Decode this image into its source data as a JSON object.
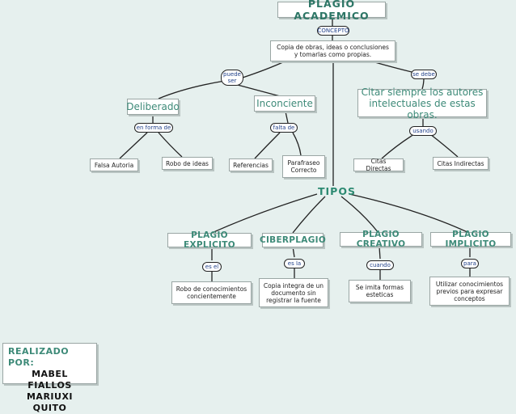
{
  "title": "PLAGIO ACADEMICO",
  "concept_link": "CONCEPTO",
  "definition": "Copia de obras, ideas o conclusiones y tomarlas como propias.",
  "link_puede_ser": "puede ser",
  "link_se_debe": "se debe",
  "deliberado": "Deliberado",
  "inconciente": "Inconciente",
  "citar": "Citar siempre los autores intelectuales de estas obras.",
  "link_en_forma_de": "en forma de",
  "link_falta_de": "falta de",
  "link_usando": "usando",
  "falsa_autoria": "Falsa Autoria",
  "robo_ideas": "Robo de ideas",
  "referencias": "Referencias",
  "parafraseo": "Parafraseo Correcto",
  "citas_directas": "Citas Directas",
  "citas_indirectas": "Citas Indirectas",
  "tipos": "TIPOS",
  "types": [
    {
      "name": "PLAGIO EXPLICITO",
      "link": "es el",
      "desc": "Robo de conocimientos concientemente"
    },
    {
      "name": "CIBERPLAGIO",
      "link": "es la",
      "desc": "Copia integra de un documento sin registrar la fuente"
    },
    {
      "name": "PLAGIO CREATIVO",
      "link": "cuando",
      "desc": "Se imita formas esteticas"
    },
    {
      "name": "PLAGIO IMPLICITO",
      "link": "para",
      "desc": "Utilizar conocimientos previos para expresar conceptos"
    }
  ],
  "credits": {
    "header": "REALIZADO POR:",
    "name1": "MABEL FIALLOS",
    "name2": "MARIUXI QUITO"
  }
}
